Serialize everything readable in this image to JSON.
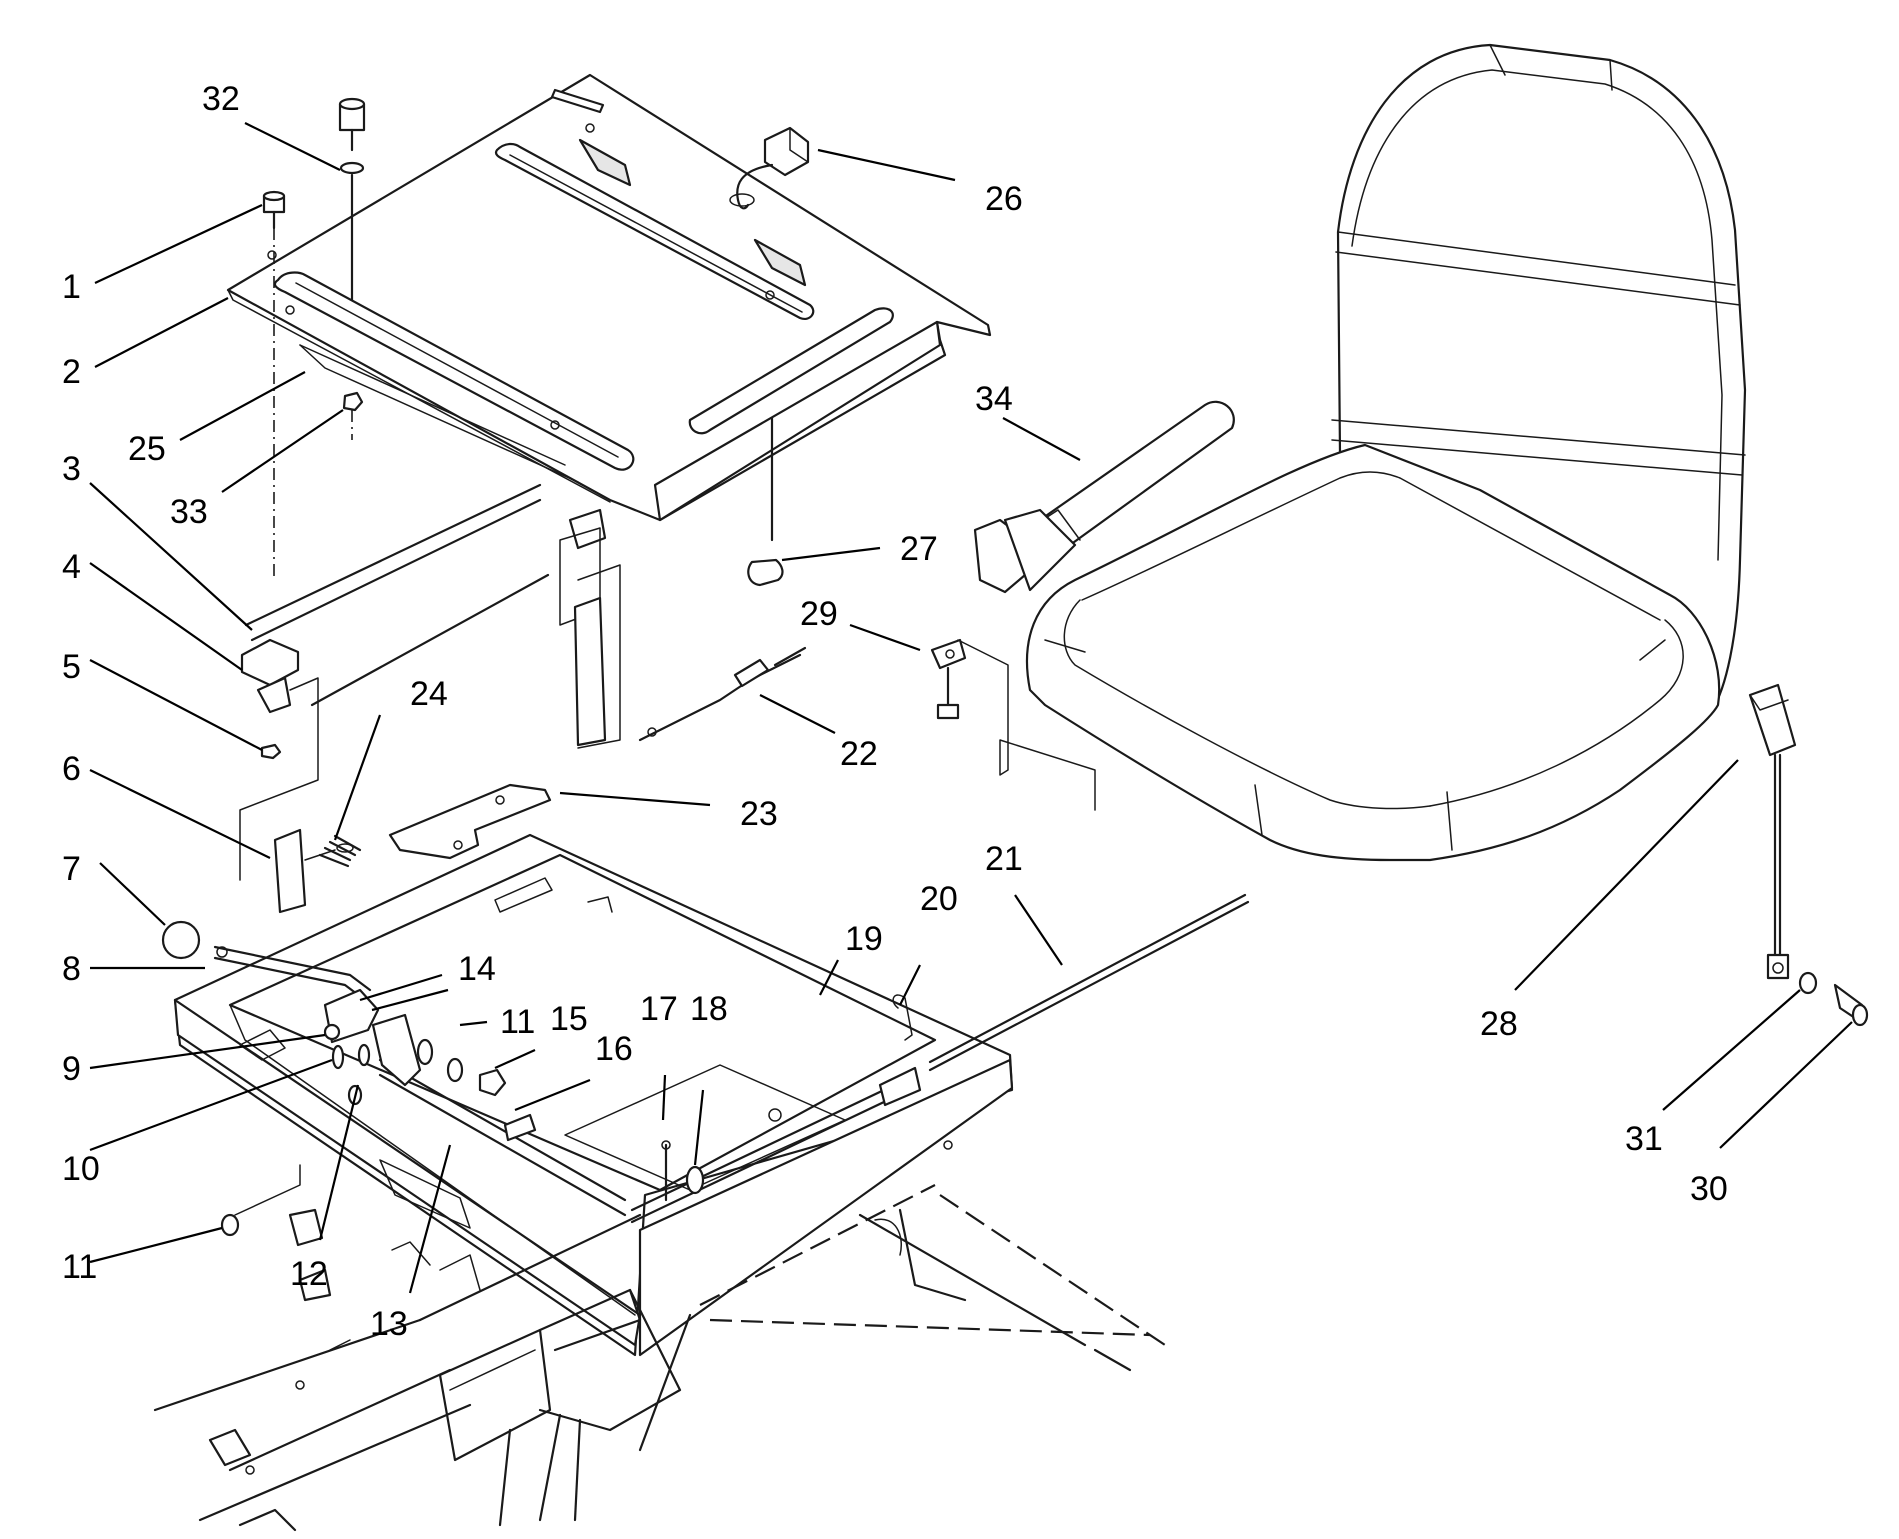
{
  "title": "",
  "callouts": [
    {
      "id": "c1",
      "number": "1"
    },
    {
      "id": "c2",
      "number": "2"
    },
    {
      "id": "c3",
      "number": "3"
    },
    {
      "id": "c4",
      "number": "4"
    },
    {
      "id": "c5",
      "number": "5"
    },
    {
      "id": "c6",
      "number": "6"
    },
    {
      "id": "c7",
      "number": "7"
    },
    {
      "id": "c8",
      "number": "8"
    },
    {
      "id": "c9",
      "number": "9"
    },
    {
      "id": "c10",
      "number": "10"
    },
    {
      "id": "c11a",
      "number": "11"
    },
    {
      "id": "c11b",
      "number": "11"
    },
    {
      "id": "c12",
      "number": "12"
    },
    {
      "id": "c13",
      "number": "13"
    },
    {
      "id": "c14",
      "number": "14"
    },
    {
      "id": "c15",
      "number": "15"
    },
    {
      "id": "c16",
      "number": "16"
    },
    {
      "id": "c17",
      "number": "17"
    },
    {
      "id": "c18",
      "number": "18"
    },
    {
      "id": "c19",
      "number": "19"
    },
    {
      "id": "c20",
      "number": "20"
    },
    {
      "id": "c21",
      "number": "21"
    },
    {
      "id": "c22",
      "number": "22"
    },
    {
      "id": "c23",
      "number": "23"
    },
    {
      "id": "c24",
      "number": "24"
    },
    {
      "id": "c25",
      "number": "25"
    },
    {
      "id": "c26",
      "number": "26"
    },
    {
      "id": "c27",
      "number": "27"
    },
    {
      "id": "c28",
      "number": "28"
    },
    {
      "id": "c29",
      "number": "29"
    },
    {
      "id": "c30",
      "number": "30"
    },
    {
      "id": "c31",
      "number": "31"
    },
    {
      "id": "c32",
      "number": "32"
    },
    {
      "id": "c33",
      "number": "33"
    },
    {
      "id": "c34",
      "number": "34"
    }
  ]
}
